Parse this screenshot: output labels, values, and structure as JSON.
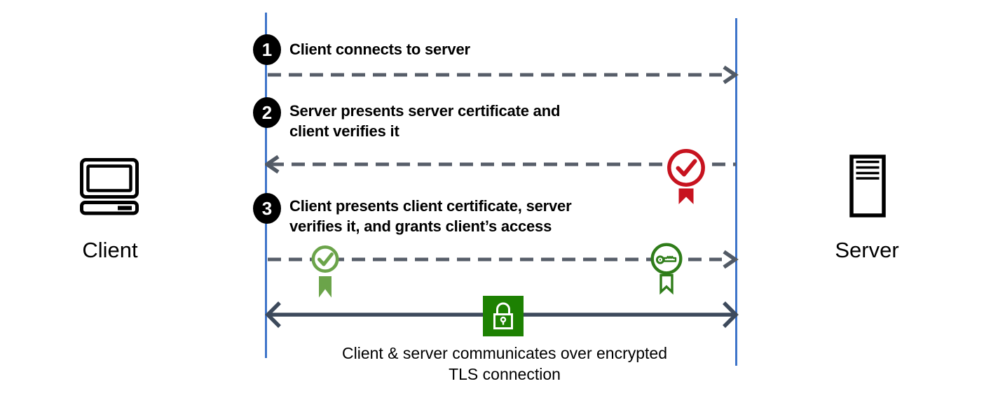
{
  "palette": {
    "lifeline_blue": "#3E74C9",
    "dashed_arrow_gray": "#575E69",
    "solid_arrow_slate": "#3D4A5C",
    "step_badge_black": "#000000",
    "certificate_red": "#C7131F",
    "certificate_green": "#6BA44A",
    "key_green": "#2F7D1A",
    "lock_green": "#1D8102"
  },
  "actors": {
    "client": {
      "label": "Client",
      "icon": "desktop-computer-icon"
    },
    "server": {
      "label": "Server",
      "icon": "server-tower-icon"
    }
  },
  "steps": [
    {
      "number": "1",
      "line1": "Client connects to server",
      "line2": "",
      "arrow_direction": "client-to-server"
    },
    {
      "number": "2",
      "line1": "Server presents server certificate and",
      "line2": "client verifies it",
      "arrow_direction": "server-to-client",
      "icon": "certificate-check-icon",
      "icon_color": "#C7131F"
    },
    {
      "number": "3",
      "line1": "Client presents client certificate, server",
      "line2": "verifies it, and grants client’s access",
      "arrow_direction": "client-to-server",
      "icon_left": "certificate-check-icon",
      "icon_left_color": "#6BA44A",
      "icon_right": "key-badge-icon",
      "icon_right_color": "#2F7D1A"
    }
  ],
  "footer": {
    "line1": "Client & server communicates over encrypted",
    "line2": "TLS connection",
    "icon": "padlock-icon",
    "icon_background": "#1D8102"
  }
}
